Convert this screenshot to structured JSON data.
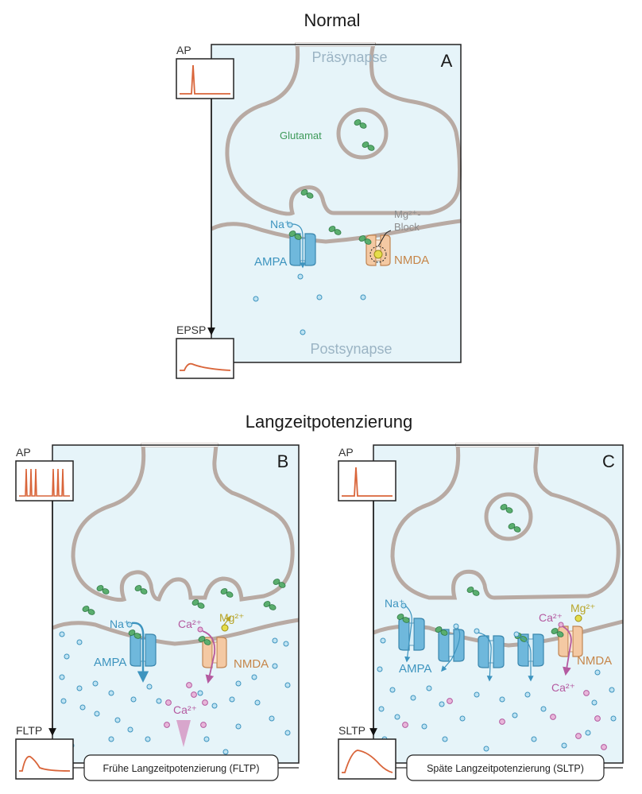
{
  "headings": {
    "normal": "Normal",
    "ltp": "Langzeitpotenzierung"
  },
  "panels": {
    "a": {
      "letter": "A",
      "ap_label": "AP",
      "out_label": "EPSP",
      "pre_label": "Präsynapse",
      "post_label": "Postsynapse",
      "glutamate_label": "Glutamat",
      "na_label": "Na⁺",
      "mg_block_label_1": "Mg²⁺-",
      "mg_block_label_2": "Block",
      "ampa_label": "AMPA",
      "nmda_label": "NMDA"
    },
    "b": {
      "letter": "B",
      "ap_label": "AP",
      "out_label": "FLTP",
      "na_label": "Na⁺",
      "ca_label": "Ca²⁺",
      "mg_label": "Mg²⁺",
      "ca_inside_label": "Ca²⁺",
      "ampa_label": "AMPA",
      "nmda_label": "NMDA",
      "caption": "Frühe Langzeitpotenzierung (FLTP)"
    },
    "c": {
      "letter": "C",
      "ap_label": "AP",
      "out_label": "SLTP",
      "na_label": "Na⁺",
      "ca_label": "Ca²⁺",
      "mg_label": "Mg²⁺",
      "ca_inside_label": "Ca²⁺",
      "ampa_label": "AMPA",
      "nmda_label": "NMDA",
      "caption": "Späte Langzeitpotenzierung (SLTP)"
    }
  },
  "colors": {
    "cleft_fill": "#e6f4f9",
    "membrane": "#b8aaa3",
    "trace": "#d9653a",
    "ampa": "#6fb8dc",
    "nmda": "#f4c9a3",
    "glutamate": "#5aae6e",
    "sodium": "#3d94bf",
    "calcium": "#c56fb0",
    "magnesium": "#c4b52a"
  }
}
